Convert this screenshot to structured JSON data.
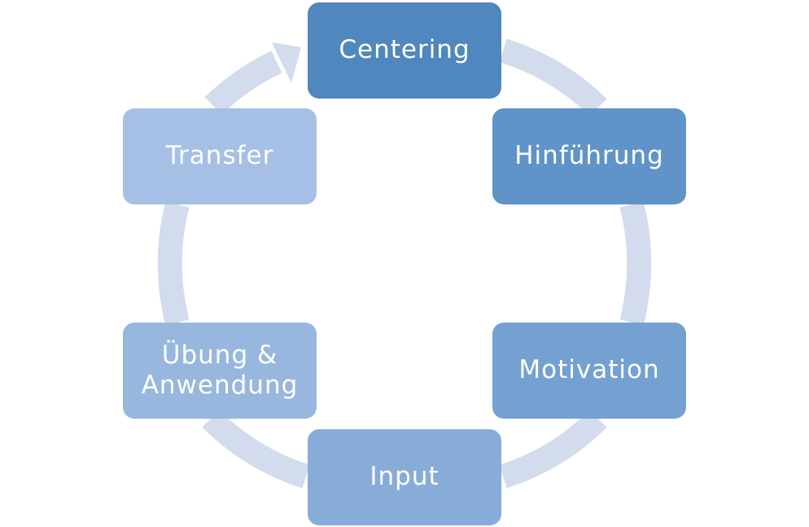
{
  "colors": {
    "ring": "#d2dcec",
    "stages": [
      "#4f87be",
      "#6094c8",
      "#74a1d1",
      "#88acd8",
      "#98b7df",
      "#a5c0e4"
    ]
  },
  "cycle": {
    "stages": [
      {
        "label": "Centering"
      },
      {
        "label": "Hinführung"
      },
      {
        "label": "Motivation"
      },
      {
        "label": "Input"
      },
      {
        "label": "Übung &\nAnwendung"
      },
      {
        "label": "Transfer"
      }
    ]
  }
}
